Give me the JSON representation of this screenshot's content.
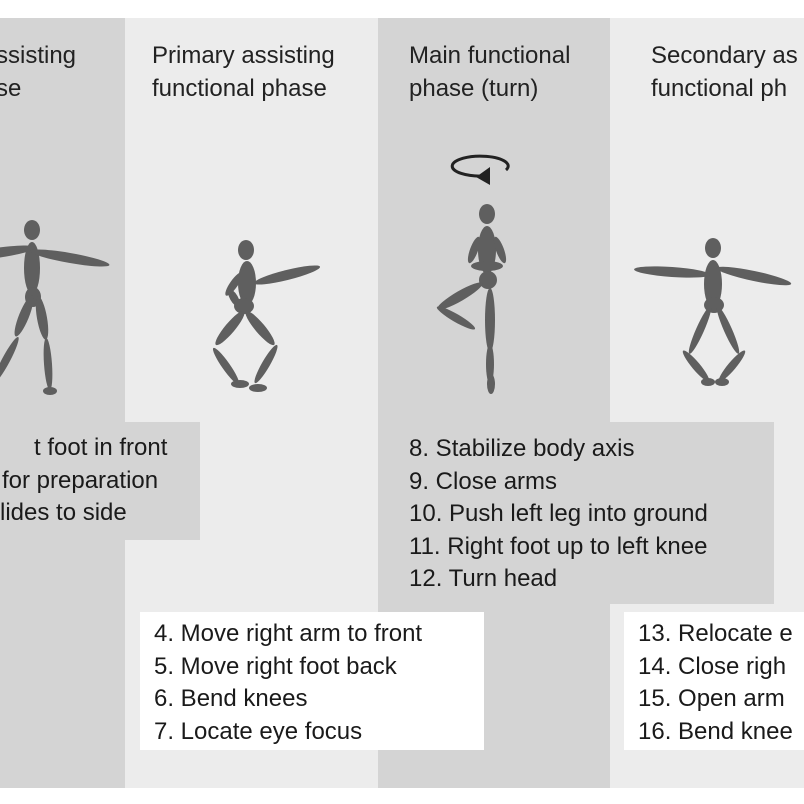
{
  "phases": [
    {
      "id": "preparatory",
      "title_lines": [
        "ssisting",
        "se"
      ]
    },
    {
      "id": "primary-assisting",
      "title_lines": [
        "Primary assisting",
        "functional phase"
      ]
    },
    {
      "id": "main-functional",
      "title_lines": [
        "Main functional",
        "phase (turn)"
      ]
    },
    {
      "id": "secondary-assisting",
      "title_lines": [
        "Secondary as",
        "functional ph"
      ]
    }
  ],
  "steps": {
    "preparatory": [
      "t foot in front",
      "for preparation",
      "lides to side"
    ],
    "primary-assisting": [
      "4. Move right arm to front",
      "5. Move right foot back",
      "6. Bend knees",
      "7. Locate eye focus"
    ],
    "main-functional": [
      "8. Stabilize body axis",
      "9. Close arms",
      "10. Push left leg into ground",
      "11. Right foot up to left knee",
      "12. Turn head"
    ],
    "secondary-assisting": [
      "13. Relocate e",
      "14. Close righ",
      "15. Open arm",
      "16. Bend knee"
    ]
  },
  "colors": {
    "figure": "#5f5f5f",
    "column_dark": "#d4d4d4",
    "column_light": "#ececec",
    "text": "#1a1a1a"
  },
  "icons": {
    "rotation": "rotation-arrow-icon"
  }
}
